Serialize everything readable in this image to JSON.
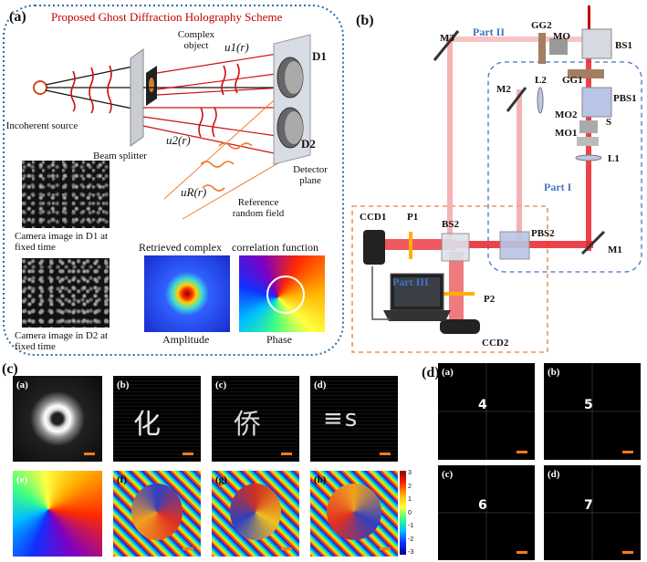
{
  "figure": {
    "a": {
      "label": "(a)",
      "title": "Proposed Ghost Diffraction Holography Scheme",
      "complex_object": "Complex object",
      "source": "Incoherent source",
      "beam_splitter": "Beam splitter",
      "u1": "u1(r)",
      "u2": "u2(r)",
      "uR": "uR(r)",
      "d1": "D1",
      "d2": "D2",
      "detector_plane": "Detector plane",
      "reference": "Reference random field",
      "cam_d1": "Camera image in D1 at fixed time",
      "cam_d2": "Camera image in D2 at fixed time",
      "retrieved": "Retrieved complex",
      "correlation": "correlation function",
      "amplitude": "Amplitude",
      "phase": "Phase"
    },
    "b": {
      "label": "(b)",
      "part1": "Part I",
      "part2": "Part II",
      "part3": "Part III",
      "components": [
        "M3",
        "GG2",
        "MO",
        "BS1",
        "L2",
        "GG1",
        "PBS1",
        "M2",
        "MO2",
        "S",
        "MO1",
        "L1",
        "CCD1",
        "P1",
        "BS2",
        "PBS2",
        "M1",
        "P2",
        "CCD2"
      ]
    },
    "c": {
      "label": "(c)",
      "sub": [
        "(a)",
        "(b)",
        "(c)",
        "(d)",
        "(e)",
        "(f)",
        "(g)",
        "(h)"
      ],
      "colorbar": [
        "3",
        "2",
        "1",
        "0",
        "-1",
        "-2",
        "-3"
      ]
    },
    "d": {
      "label": "(d)",
      "sub": [
        "(a)",
        "(b)",
        "(c)",
        "(d)"
      ],
      "digits": [
        "4",
        "5",
        "6",
        "7"
      ]
    }
  },
  "colors": {
    "accent_border": "#2e6da4",
    "title_red": "#c00000",
    "part_blue": "#4472c4",
    "laser_red": "#e8222a",
    "dash_orange": "#ed7d31",
    "scale_bar": "#ff7a1a"
  }
}
